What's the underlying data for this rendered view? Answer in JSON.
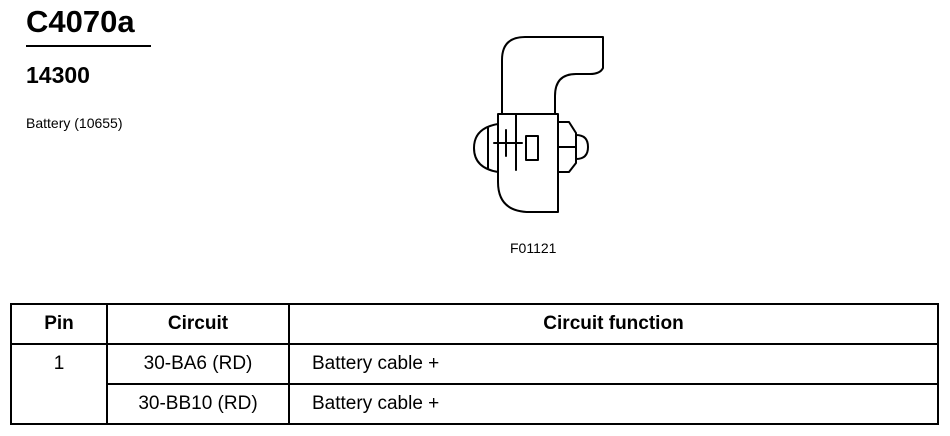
{
  "header": {
    "connector_id": "C4070a",
    "part_number": "14300",
    "description": "Battery (10655)"
  },
  "figure": {
    "code": "F01121",
    "icon": "battery-terminal-connector-drawing"
  },
  "pin_table": {
    "columns": [
      "Pin",
      "Circuit",
      "Circuit function"
    ],
    "rows": [
      {
        "pin": "1",
        "circuit": "30-BA6 (RD)",
        "function": "Battery cable +"
      },
      {
        "pin": "",
        "circuit": "30-BB10 (RD)",
        "function": "Battery cable +"
      }
    ]
  }
}
